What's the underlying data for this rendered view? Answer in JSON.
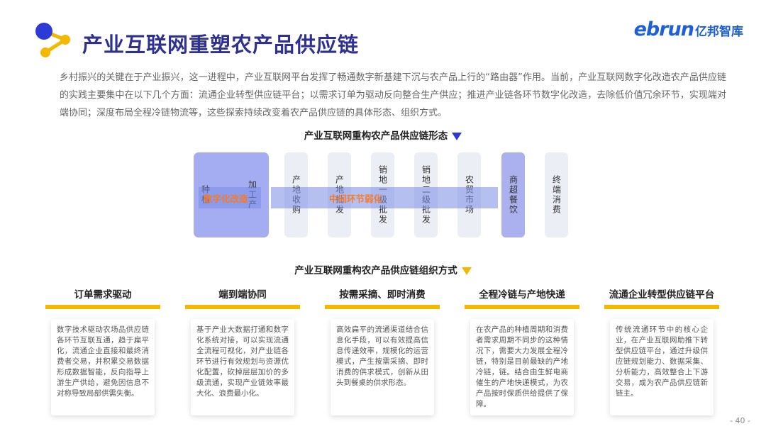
{
  "header": {
    "title": "产业互联网重塑农产品供应链",
    "brand_en": "ebrun",
    "brand_cn": "亿邦智库"
  },
  "intro": "乡村振兴的关键在于产业振兴，这一进程中，产业互联网平台发挥了畅通数字新基建下沉与农产品上行的“路由器”作用。当前，产业互联网数字化改造农产品供应链的实践主要集中在以下几个方面：流通企业转型供应链平台；以需求订单为驱动反向整合生产供应；推进产业链各环节数字化改造，去除低价值冗余环节，实现端对端协同；深度布局全程冷链物流等，这些探索持续改变着农产品供应链的具体形态、组织方式。",
  "flow_section": {
    "title": "产业互联网重构农产品供应链形态",
    "stages": [
      "种植",
      "加工产",
      "产地收购",
      "产地批发",
      "销地一级批发",
      "销地二级批发",
      "农贸市场",
      "商超餐饮",
      "终端消费"
    ],
    "band_labels": [
      "数字化改造",
      "中间环节弱化"
    ]
  },
  "org_section": {
    "title": "产业互联网重构农产品供应链组织方式",
    "columns": [
      {
        "heading": "订单需求驱动",
        "body": "数字技术驱动农场品供应链各环节互联互通，趋于扁平化，流通企业直接和最终消费者交易，并积累交易数据形成数据智能，反向指导上游生产供给，避免因信息不对称导致局部供需失衡。"
      },
      {
        "heading": "端到端协同",
        "body": "基于产业大数据打通和数字化系统对接，可以实现流通全流程可视化，对产业链各环节进行有效规划与资源优化配置，砍掉层层加价的多级流通，实现产业链效率最大化、浪费最小化。"
      },
      {
        "heading": "按需采摘、即时消费",
        "body": "高效扁平的流通渠道结合信息化手段，可以有效提高信息传递效率，规模化的运营模式，产生按需采摘、即时消费的供求模式，创新从田头到餐桌的供求形态。"
      },
      {
        "heading": "全程冷链与产地快递",
        "body": "在农产品的种植周期和消费者需求周期不同步的这种情况下，需要大力发展全程冷链，特别是目前最缺的产地冷链，链。结合由生鲜电商催生的产地快递模式，为农产品按时保质供给提供了保障。"
      },
      {
        "heading": "流通企业转型供应链平台",
        "body": "传统流通环节中的核心企业，在产业互联网助推下转型供应链平台，通过升级供应链规划能力、数据采集、分析能力，高效整合上下游交易，成为农产品供应链新链主。"
      }
    ]
  },
  "page_number": "- 40 -",
  "colors": {
    "title": "#2e3192",
    "brand": "#1c5fd8",
    "accent_gold": "#f5b800",
    "accent_blue": "#2c3ad6",
    "band_text": "#f37b2a"
  }
}
